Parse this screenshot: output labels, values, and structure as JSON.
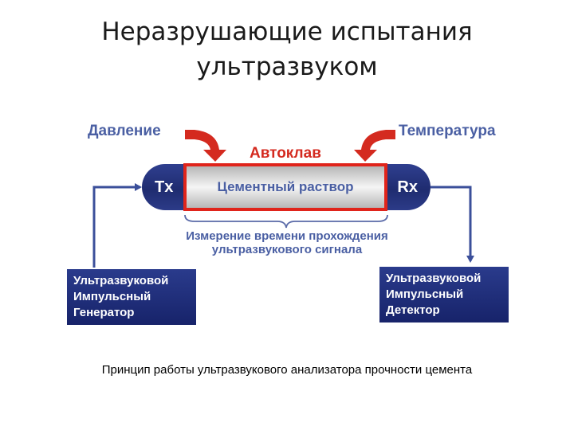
{
  "title": {
    "line1": "Неразрушающие испытания",
    "line2": "ультразвуком"
  },
  "diagram": {
    "pressure_label": "Давление",
    "temperature_label": "Температура",
    "autoclave_label": "Автоклав",
    "tx_label": "Tx",
    "rx_label": "Rx",
    "cement_label": "Цементный раствор",
    "measure_line1": "Измерение времени прохождения",
    "measure_line2": "ультразвукового сигнала",
    "generator": {
      "line1": "Ультразвуковой",
      "line2": "Импульсный",
      "line3": "Генератор"
    },
    "detector": {
      "line1": "Ультразвуковой",
      "line2": "Импульсный",
      "line3": "Детектор"
    }
  },
  "caption": "Принцип работы ультразвукового анализатора прочности цемента",
  "colors": {
    "label_blue": "#4a5fa3",
    "accent_red": "#d42a1f",
    "tube_navy": "#1f2c70"
  }
}
